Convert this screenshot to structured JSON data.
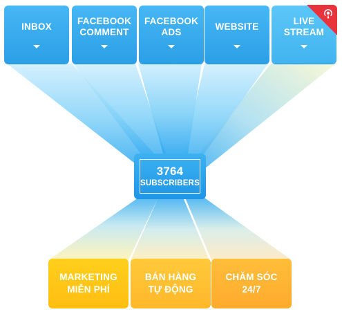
{
  "sources": [
    {
      "name": "inbox",
      "lines": [
        "INBOX"
      ]
    },
    {
      "name": "facebook-comment",
      "lines": [
        "FACEBOOK",
        "COMMENT"
      ]
    },
    {
      "name": "facebook-ads",
      "lines": [
        "FACEBOOK",
        "ADS"
      ]
    },
    {
      "name": "website",
      "lines": [
        "WEBSITE"
      ]
    },
    {
      "name": "live-stream",
      "lines": [
        "LIVE",
        "STREAM"
      ]
    }
  ],
  "center": {
    "count": "3764",
    "label": "SUBSCRIBERS"
  },
  "outputs": [
    {
      "name": "marketing",
      "lines": [
        "MARKETING",
        "MIỄN PHÍ"
      ]
    },
    {
      "name": "ban-hang",
      "lines": [
        "BÁN HÀNG",
        "TỰ ĐỘNG"
      ]
    },
    {
      "name": "cham-soc",
      "lines": [
        "CHĂM SÓC",
        "24/7"
      ]
    }
  ],
  "colors": {
    "blue": "#2b9fe7",
    "light_blue": "#5dc6f7",
    "yellow": "#ffc21a",
    "orange": "#ffae2e",
    "badge_red": "#e8323c",
    "text": "#ffffff"
  },
  "icons": {
    "live_badge": "broadcast-icon",
    "source_caret": "caret-down-icon"
  }
}
